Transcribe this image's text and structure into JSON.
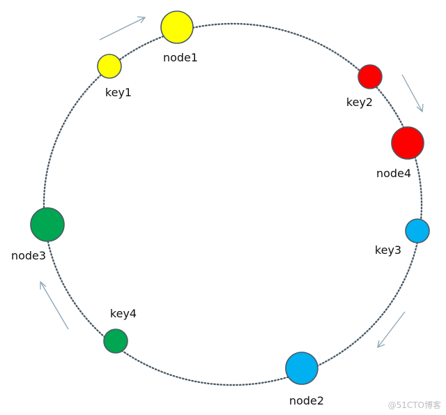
{
  "ring": {
    "nodes": [
      {
        "label": "node1",
        "color": "#ffff00"
      },
      {
        "label": "node4",
        "color": "#ff0000"
      },
      {
        "label": "node2",
        "color": "#00b0f0"
      },
      {
        "label": "node3",
        "color": "#00a651"
      }
    ],
    "keys": [
      {
        "label": "key1",
        "color": "#ffff00"
      },
      {
        "label": "key2",
        "color": "#ff0000"
      },
      {
        "label": "key3",
        "color": "#00b0f0"
      },
      {
        "label": "key4",
        "color": "#00a651"
      }
    ],
    "ring_color": "#4a5a66",
    "arrow_color": "#8ba5b6",
    "arrow_direction": "clockwise"
  },
  "watermark": "@51CTO博客"
}
